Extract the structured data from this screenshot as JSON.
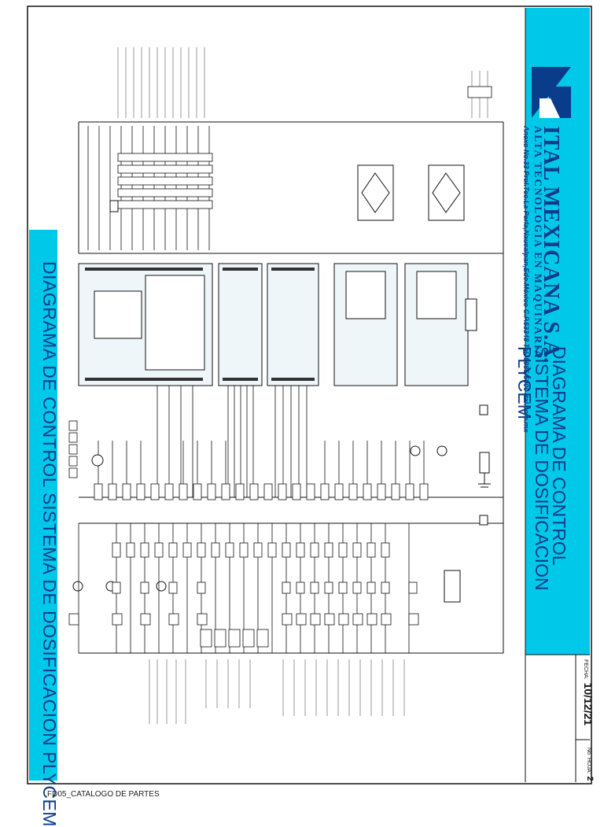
{
  "title_block": {
    "company": "ITAL MEXICANA S.A.",
    "tagline": "ALTA TECNOLOGIA EN MAQUINARIA",
    "address": "Anexo No.33 Prol.Tec.La Perla,Naucalpan,Edo.México C.P.53348 Tel. 5985-5000 ital.com.mx",
    "system_title_line1": "DIAGRAMA DE CONTROL",
    "system_title_line2": "SISTEMA DE DOSIFICACION",
    "system_title_line3": "PLYCEM",
    "fecha_label": "FECHA:",
    "fecha_value": "10/12/21",
    "hoja_label": "No. HOJA:",
    "hoja_value": "2"
  },
  "big_title": "DIAGRAMA DE CONTROL SISTEMA DE DOSIFICACION PLYCEM",
  "footer": "FD05_CATALOGO DE PARTES",
  "colors": {
    "banner": "#00c8e8",
    "brand_blue": "#0a3c8c",
    "line": "#1a1a1a",
    "panel_fill": "#eef6fa"
  }
}
